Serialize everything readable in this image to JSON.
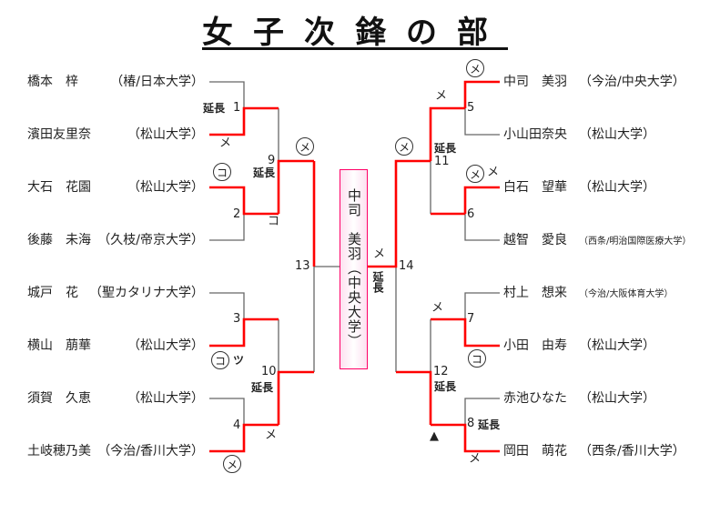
{
  "title": "女子次鋒の部",
  "left": [
    {
      "name": "橋本　梓",
      "school": "（椿/日本大学）"
    },
    {
      "name": "濱田友里奈",
      "school": "（松山大学）"
    },
    {
      "name": "大石　花園",
      "school": "（松山大学）"
    },
    {
      "name": "後藤　未海",
      "school": "（久枝/帝京大学）"
    },
    {
      "name": "城戸　花",
      "school": "（聖カタリナ大学）"
    },
    {
      "name": "横山　萠華",
      "school": "（松山大学）"
    },
    {
      "name": "須賀　久恵",
      "school": "（松山大学）"
    },
    {
      "name": "土岐穂乃美",
      "school": "（今治/香川大学）"
    }
  ],
  "right": [
    {
      "name": "中司　美羽",
      "school": "（今治/中央大学）"
    },
    {
      "name": "小山田奈央",
      "school": "（松山大学）"
    },
    {
      "name": "白石　望華",
      "school": "（松山大学）"
    },
    {
      "name": "越智　愛良",
      "school": "（西条/明治国際医療大学）"
    },
    {
      "name": "村上　想来",
      "school": "（今治/大阪体育大学）"
    },
    {
      "name": "小田　由寿",
      "school": "（松山大学）"
    },
    {
      "name": "赤池ひなた",
      "school": "（松山大学）"
    },
    {
      "name": "岡田　萌花",
      "school": "（西条/香川大学）"
    }
  ],
  "champion": "中司　美羽（中央大学）",
  "matches": {
    "m1": "1",
    "m2": "2",
    "m3": "3",
    "m4": "4",
    "m5": "5",
    "m6": "6",
    "m7": "7",
    "m8": "8",
    "m9": "9",
    "m10": "10",
    "m11": "11",
    "m12": "12",
    "m13": "13",
    "m14": "14"
  },
  "marks": {
    "encho": "延長",
    "men": "メ",
    "kote": "コ",
    "tsuki": "ツ",
    "hansoku": "▲"
  },
  "colors": {
    "winner_line": "#ff0000",
    "loser_line": "#666666"
  }
}
